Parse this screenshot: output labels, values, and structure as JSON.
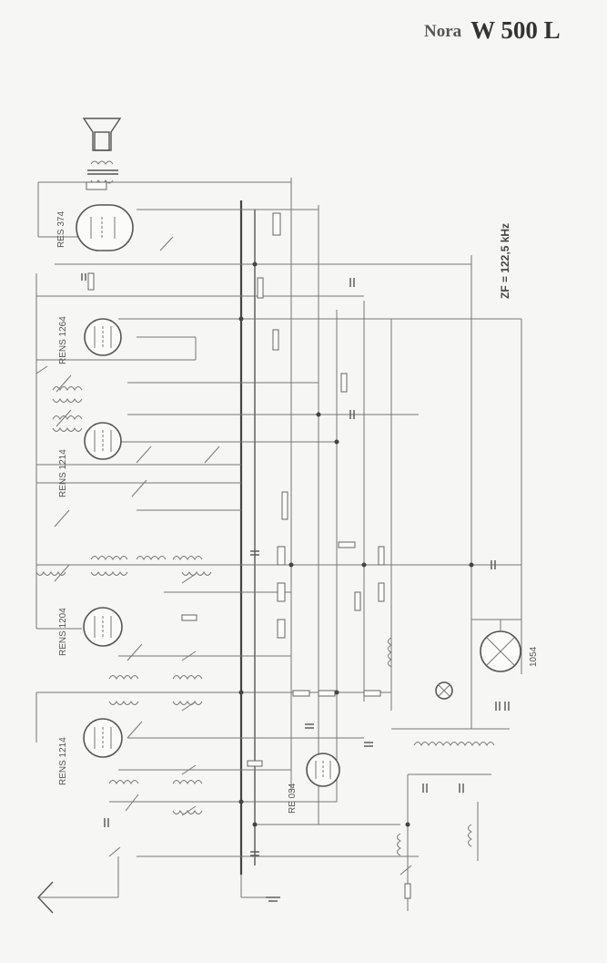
{
  "header": {
    "maker": "Nora",
    "model": "W 500 L"
  },
  "zf_label": "ZF = 122,5 kHz",
  "tubes": [
    {
      "id": "t1",
      "label": "RES 374"
    },
    {
      "id": "t2",
      "label": "RENS 1264"
    },
    {
      "id": "t3",
      "label": "RENS 1214"
    },
    {
      "id": "t4",
      "label": "RENS 1204"
    },
    {
      "id": "t5",
      "label": "RENS 1214"
    },
    {
      "id": "t6",
      "label": "RE 034"
    },
    {
      "id": "t7",
      "label": "1054"
    }
  ]
}
